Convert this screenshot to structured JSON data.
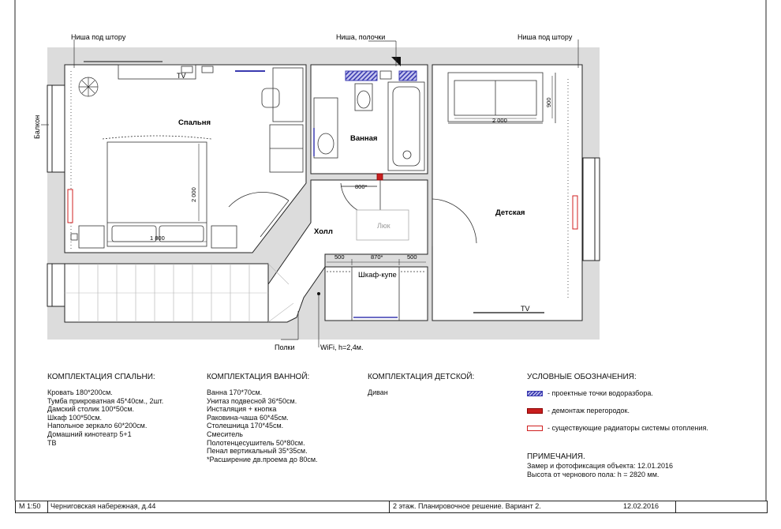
{
  "plan": {
    "callouts": {
      "curtain_left": "Ниша под штору",
      "shelves_niche": "Ниша, полочки",
      "curtain_right": "Ниша под штору",
      "balcony": "Балкон",
      "shelves_bottom": "Полки",
      "wifi": "WiFi, h=2,4м."
    },
    "rooms": {
      "bedroom": "Спальня",
      "bathroom": "Ванная",
      "hall": "Холл",
      "kids": "Детская",
      "wardrobe": "Шкаф-купе"
    },
    "labels": {
      "tv_bedroom": "TV",
      "tv_kids": "TV",
      "hatch": "Люк"
    },
    "dims": {
      "bed_width": "1 800",
      "bed_length": "2 000",
      "door_bath": "800*",
      "sofa_width": "2 000",
      "sofa_depth": "900",
      "wardrobe_left": "500",
      "wardrobe_mid": "870*",
      "wardrobe_right": "500"
    }
  },
  "specs": {
    "bedroom": {
      "title": "КОМПЛЕКТАЦИЯ СПАЛЬНИ:",
      "items": [
        "Кровать 180*200см.",
        "Тумба прикроватная 45*40см., 2шт.",
        "Дамский столик 100*50см.",
        "Шкаф 100*50см.",
        "Напольное зеркало 60*200см.",
        "Домашний кинотеатр 5+1",
        "ТВ"
      ]
    },
    "bathroom": {
      "title": "КОМПЛЕКТАЦИЯ ВАННОЙ:",
      "items": [
        "Ванна 170*70см.",
        "Унитаз подвесной 36*50см.",
        "Инсталяция + кнопка",
        "Раковина-чаша 60*45см.",
        "Столешница 170*45см.",
        "Смеситель",
        "Полотенцесушитель 50*80см.",
        "Пенал вертикальный 35*35см.",
        "*Расширение дв.проема до 80см."
      ]
    },
    "kids": {
      "title": "КОМПЛЕКТАЦИЯ ДЕТСКОЙ:",
      "items": [
        "Диван"
      ]
    }
  },
  "legend": {
    "title": "УСЛОВНЫЕ ОБОЗНАЧЕНИЯ:",
    "items": [
      {
        "label": "- проектные точки водоразбора.",
        "color": "#3a3ab0"
      },
      {
        "label": "- демонтаж перегородок.",
        "color": "#c81e1e"
      },
      {
        "label": "- существующие радиаторы системы отопления.",
        "color": "#d02020"
      }
    ]
  },
  "notes": {
    "title": "ПРИМЕЧАНИЯ.",
    "lines": [
      "Замер и фотофиксация объекта: 12.01.2016",
      "Высота от чернового пола: h = 2820 мм."
    ]
  },
  "footer": {
    "scale": "М 1:50",
    "address": "Черниговская набережная, д.44",
    "description": "2 этаж. Планировочное решение. Вариант 2.",
    "date": "12.02.2016"
  }
}
